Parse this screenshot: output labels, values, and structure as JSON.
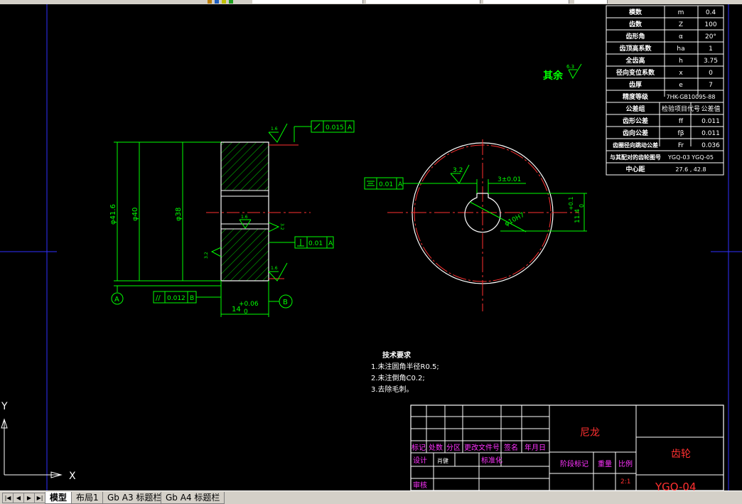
{
  "colors": {
    "green": "#00ff00",
    "red": "#ff3030",
    "white": "#ffffff",
    "magenta": "#ff33ff",
    "blue": "#3030ff",
    "bg": "#000000"
  },
  "param_table": {
    "rows": [
      {
        "name": "模数",
        "sym": "m",
        "val": "0.4"
      },
      {
        "name": "齿数",
        "sym": "Z",
        "val": "100"
      },
      {
        "name": "齿形角",
        "sym": "α",
        "val": "20°"
      },
      {
        "name": "齿顶高系数",
        "sym": "ha",
        "val": "1"
      },
      {
        "name": "全齿高",
        "sym": "h",
        "val": "3.75"
      },
      {
        "name": "径向变位系数",
        "sym": "x",
        "val": "0"
      },
      {
        "name": "齿厚",
        "sym": "e",
        "val": "7"
      },
      {
        "name": "精度等级",
        "sym": "",
        "val": "7HK-GB10095-88"
      },
      {
        "name": "公差组",
        "sym": "检验项目代号",
        "val": "公差值"
      },
      {
        "name": "齿形公差",
        "sym": "ff",
        "val": "0.011"
      },
      {
        "name": "齿向公差",
        "sym": "fβ",
        "val": "0.011"
      },
      {
        "name": "齿圈径向跳动公差",
        "sym": "Fr",
        "val": "0.036"
      },
      {
        "name": "与其配对的齿轮图号",
        "sym": "",
        "val": "YGQ-03 YGQ-05"
      },
      {
        "name": "中心距",
        "sym": "",
        "val": "27.6 , 42.8"
      }
    ]
  },
  "annotations": {
    "rest_label": "其余",
    "rest_rough": "6.3",
    "tol_runout_top": "0.015",
    "datum_A": "A",
    "datum_B": "B",
    "tol_sym": "0.01",
    "tol_perp": "0.01",
    "tol_parallel": "0.012",
    "dim_d416": "φ41.6",
    "dim_d40": "φ40",
    "dim_d38": "φ38",
    "rough_16": "1.6",
    "rough_32": "3.2",
    "dim_width": "14",
    "dim_width_tol": "+0.06",
    "dim_width_tol0": "0",
    "dim_key_width": "3±0.01",
    "dim_key_rough": "3.2",
    "dim_key_depth": "11.4",
    "dim_key_depth_tol": "+0.1",
    "dim_key_depth_tol0": "0",
    "dim_bore": "φ10H7"
  },
  "notes": {
    "title": "技术要求",
    "lines": [
      "1.未注圆角半径R0.5;",
      "2.未注倒角C0.2;",
      "3.去除毛刺。"
    ]
  },
  "title_block": {
    "headers": [
      "标记",
      "处数",
      "分区",
      "更改文件号",
      "签名",
      "年月日"
    ],
    "design": "设计",
    "design_name": "肖健",
    "standard": "标准化",
    "review": "审核",
    "stage_mark": "阶段标记",
    "weight": "重量",
    "scale": "比例",
    "scale_val": "2:1",
    "material": "尼龙",
    "part_name": "齿轮",
    "drawing_no": "YGQ-04"
  },
  "ucs": {
    "x": "X",
    "y": "Y"
  },
  "tabs": {
    "items": [
      {
        "label": "模型",
        "active": true
      },
      {
        "label": "布局1",
        "active": false
      },
      {
        "label": "Gb A3 标题栏",
        "active": false
      },
      {
        "label": "Gb A4 标题栏",
        "active": false
      }
    ],
    "nav": [
      "|◀",
      "◀",
      "▶",
      "▶|"
    ]
  }
}
